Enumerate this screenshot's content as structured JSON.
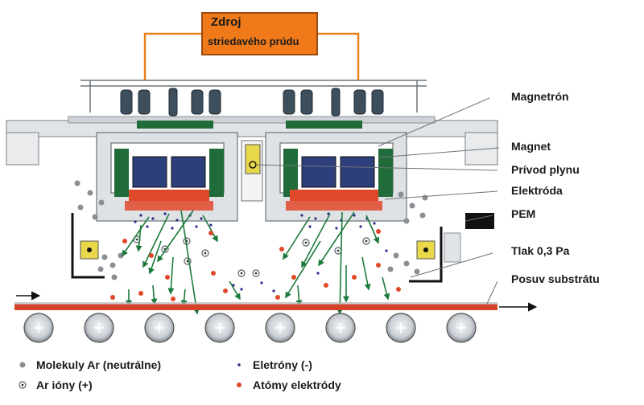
{
  "source": {
    "line1": "Zdroj",
    "line2": "striedavého prúdu"
  },
  "labels": {
    "magnetron": "Magnetrón",
    "magnet": "Magnet",
    "gas_inlet": "Prívod plynu",
    "electrode": "Elektróda",
    "pem": "PEM",
    "pressure": "Tlak 0,3 Pa",
    "substrate_feed": "Posuv substrátu"
  },
  "legend": [
    {
      "text": "Molekuly Ar (neutrálne)",
      "marker": "gray-dot"
    },
    {
      "text": "Ar ióny (+)",
      "marker": "gray-ring-dot"
    },
    {
      "text": "Eletróny (-)",
      "marker": "blue-small-dot"
    },
    {
      "text": "Atómy elektródy",
      "marker": "red-dot"
    }
  ],
  "colors": {
    "source_box": "#f07a1a",
    "source_wire": "#e8821e",
    "electrode_red": "#e0482a",
    "magnet_blue": "#2d3f7a",
    "green_plate": "#1f6b3a",
    "frame_gray": "#bfc3c7",
    "arrow_green": "#1c7a3c",
    "electron_blue": "#2a2a8c",
    "gas_inlet_yellow": "#e8d84a"
  }
}
